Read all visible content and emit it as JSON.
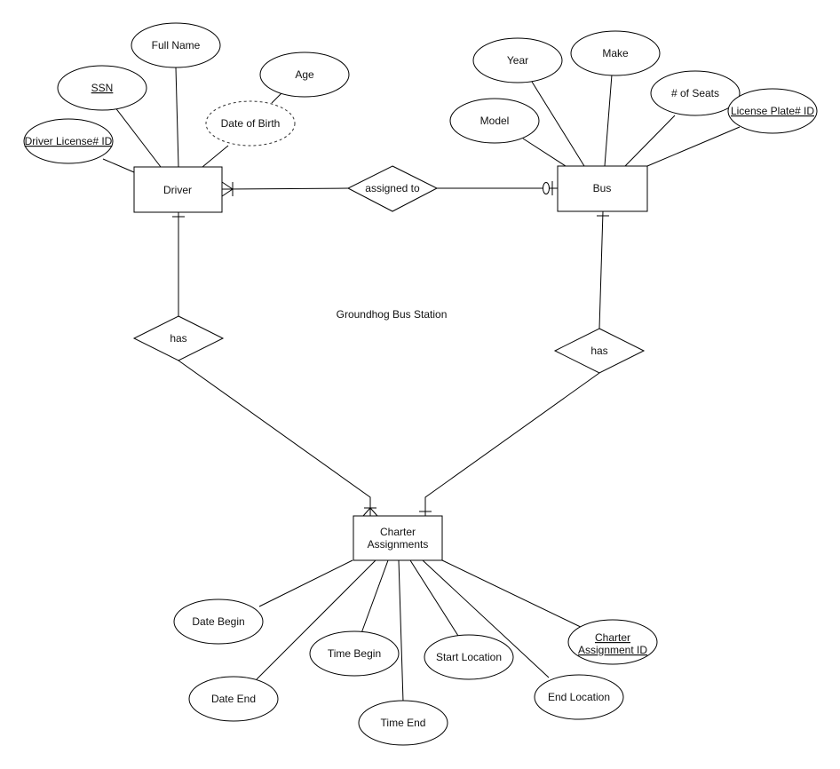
{
  "diagram": {
    "title": "Groundhog Bus Station",
    "entities": {
      "driver": "Driver",
      "bus": "Bus",
      "charter_line1": "Charter",
      "charter_line2": "Assignments"
    },
    "relationships": {
      "assigned_to": "assigned to",
      "driver_has": "has",
      "bus_has": "has"
    },
    "driver_attributes": {
      "full_name": "Full Name",
      "age": "Age",
      "ssn": "SSN",
      "date_of_birth": "Date of Birth",
      "driver_license_id": "Driver License# ID"
    },
    "bus_attributes": {
      "year": "Year",
      "make": "Make",
      "num_seats": "# of Seats",
      "model": "Model",
      "license_plate_id": "License Plate# ID"
    },
    "charter_attributes": {
      "date_begin": "Date Begin",
      "time_begin": "Time Begin",
      "start_location": "Start Location",
      "charter_id_line1": "Charter",
      "charter_id_line2": "Assignment ID",
      "date_end": "Date End",
      "time_end": "Time End",
      "end_location": "End Location"
    },
    "colors": {
      "stroke": "#000000",
      "fill": "#ffffff",
      "derived_attribute_stroke": "#333333"
    }
  }
}
